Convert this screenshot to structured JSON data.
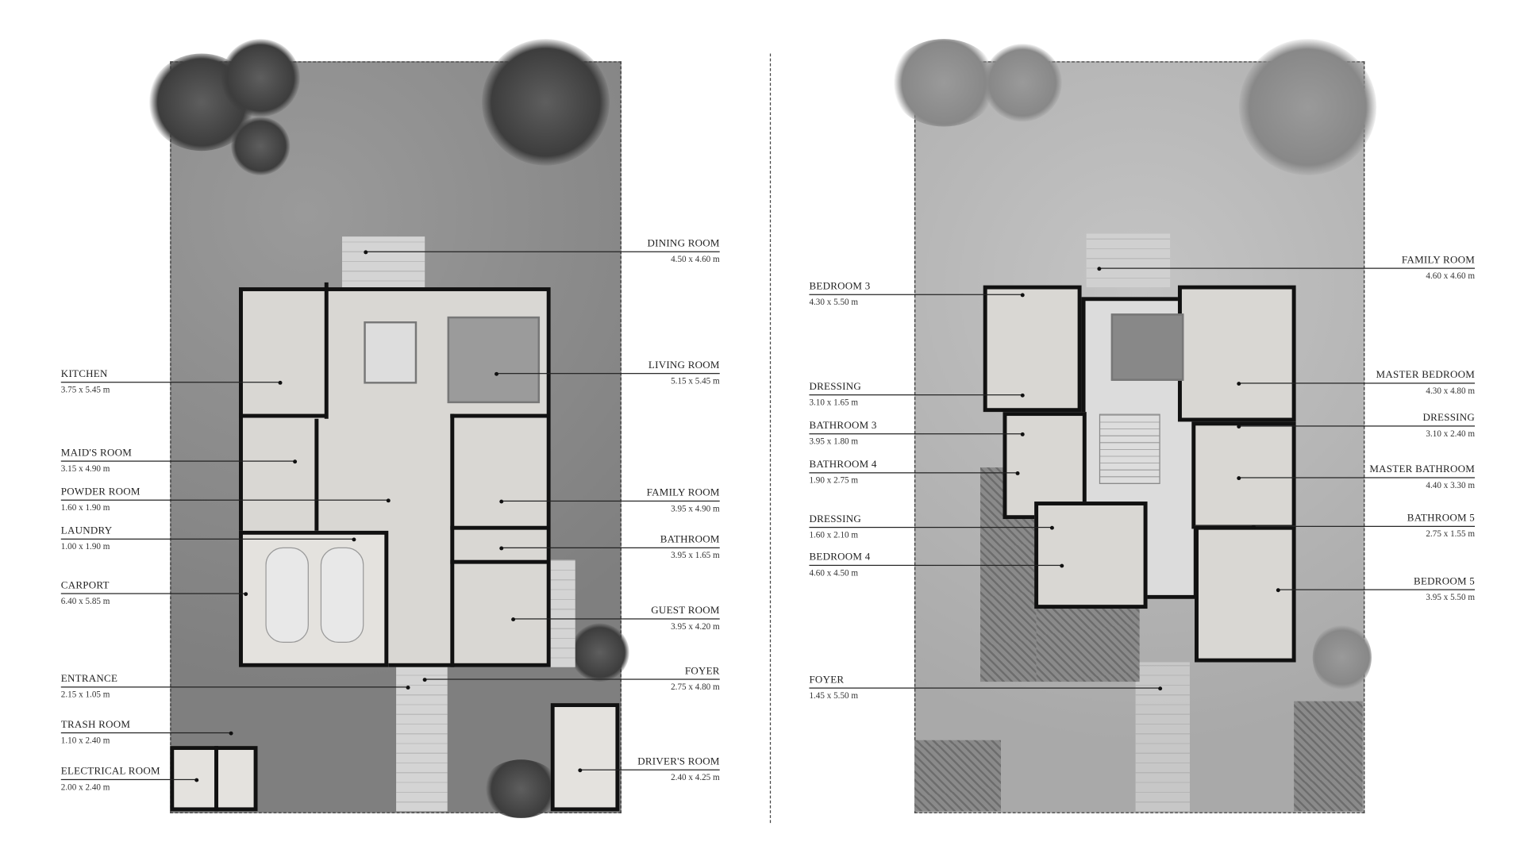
{
  "ground_floor": {
    "left_labels": [
      {
        "name": "KITCHEN",
        "size": "3.75 x 5.45 m"
      },
      {
        "name": "MAID'S ROOM",
        "size": "3.15 x 4.90 m"
      },
      {
        "name": "POWDER ROOM",
        "size": "1.60 x 1.90 m"
      },
      {
        "name": "LAUNDRY",
        "size": "1.00 x 1.90 m"
      },
      {
        "name": "CARPORT",
        "size": "6.40 x 5.85 m"
      },
      {
        "name": "ENTRANCE",
        "size": "2.15 x 1.05 m"
      },
      {
        "name": "TRASH ROOM",
        "size": "1.10 x 2.40 m"
      },
      {
        "name": "ELECTRICAL ROOM",
        "size": "2.00 x 2.40 m"
      }
    ],
    "right_labels": [
      {
        "name": "DINING ROOM",
        "size": "4.50 x 4.60 m"
      },
      {
        "name": "LIVING ROOM",
        "size": "5.15 x 5.45 m"
      },
      {
        "name": "FAMILY ROOM",
        "size": "3.95 x 4.90 m"
      },
      {
        "name": "BATHROOM",
        "size": "3.95 x 1.65 m"
      },
      {
        "name": "GUEST ROOM",
        "size": "3.95 x 4.20 m"
      },
      {
        "name": "FOYER",
        "size": "2.75 x 4.80 m"
      },
      {
        "name": "DRIVER'S ROOM",
        "size": "2.40 x 4.25 m"
      }
    ]
  },
  "first_floor": {
    "left_labels": [
      {
        "name": "BEDROOM 3",
        "size": "4.30 x 5.50 m"
      },
      {
        "name": "DRESSING",
        "size": "3.10 x 1.65 m"
      },
      {
        "name": "BATHROOM 3",
        "size": "3.95 x 1.80 m"
      },
      {
        "name": "BATHROOM 4",
        "size": "1.90 x 2.75 m"
      },
      {
        "name": "DRESSING",
        "size": "1.60 x 2.10 m"
      },
      {
        "name": "BEDROOM 4",
        "size": "4.60 x 4.50 m"
      },
      {
        "name": "FOYER",
        "size": "1.45 x 5.50 m"
      }
    ],
    "right_labels": [
      {
        "name": "FAMILY ROOM",
        "size": "4.60 x 4.60 m"
      },
      {
        "name": "MASTER BEDROOM",
        "size": "4.30 x 4.80 m"
      },
      {
        "name": "DRESSING",
        "size": "3.10 x 2.40 m"
      },
      {
        "name": "MASTER BATHROOM",
        "size": "4.40 x 3.30 m"
      },
      {
        "name": "BATHROOM 5",
        "size": "2.75 x 1.55 m"
      },
      {
        "name": "BEDROOM 5",
        "size": "3.95 x 5.50 m"
      }
    ]
  }
}
